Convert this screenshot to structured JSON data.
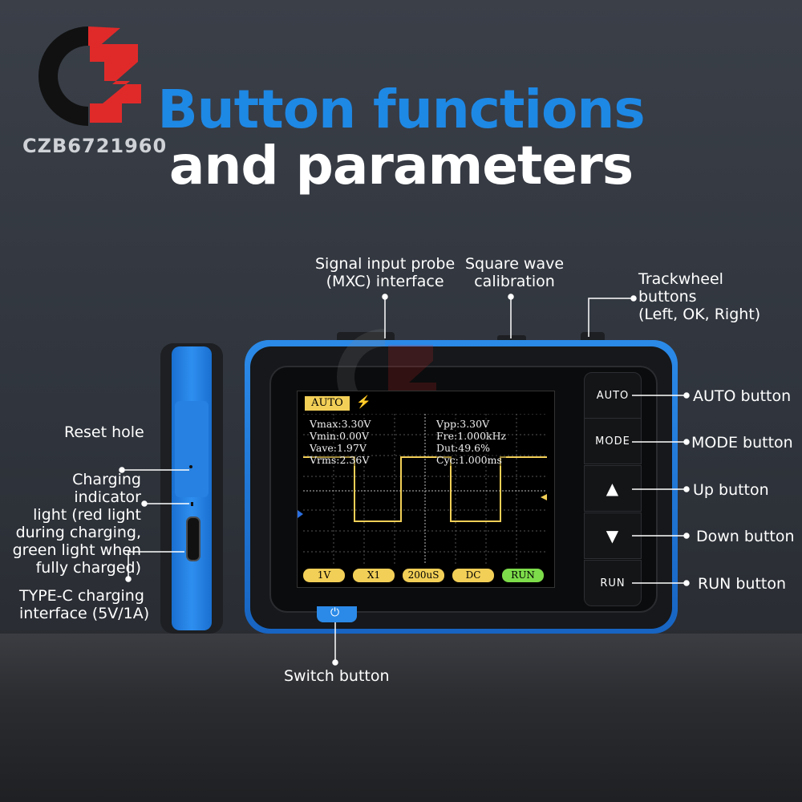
{
  "brand": {
    "watermark_text": "CZB6721960",
    "colors": {
      "red": "#e02a2a",
      "black": "#111111",
      "accent_blue": "#1e88e5"
    }
  },
  "title": {
    "line1": "Button functions",
    "line2": "and parameters"
  },
  "callouts": {
    "signal_input": "Signal input probe\n(MXC) interface",
    "square_wave": "Square wave\ncalibration",
    "trackwheel": "Trackwheel\nbuttons\n(Left, OK, Right)",
    "auto_button": "AUTO button",
    "mode_button": "MODE button",
    "up_button": "Up button",
    "down_button": "Down button",
    "run_button": "RUN button",
    "switch_button": "Switch button",
    "reset_hole": "Reset hole",
    "charging_indicator": "Charging indicator\nlight (red light\nduring charging,\ngreen light when\nfully charged)",
    "type_c": "TYPE-C charging\ninterface (5V/1A)"
  },
  "screen": {
    "mode_tag": "AUTO",
    "measurements_left": "Vmax:3.30V\nVmin:0.00V\nVave:1.97V\nVrms:2.36V",
    "measurements_right": "Vpp:3.30V\nFre:1.000kHz\nDut:49.6%\nCyc:1.000ms",
    "bottom_bar": [
      "1V",
      "X1",
      "200uS",
      "DC",
      "RUN"
    ]
  },
  "buttons": {
    "auto": "AUTO",
    "mode": "MODE",
    "up": "▲",
    "down": "▼",
    "run": "RUN"
  },
  "icons": {
    "power": "power-icon",
    "trigger": "lightning-icon"
  }
}
